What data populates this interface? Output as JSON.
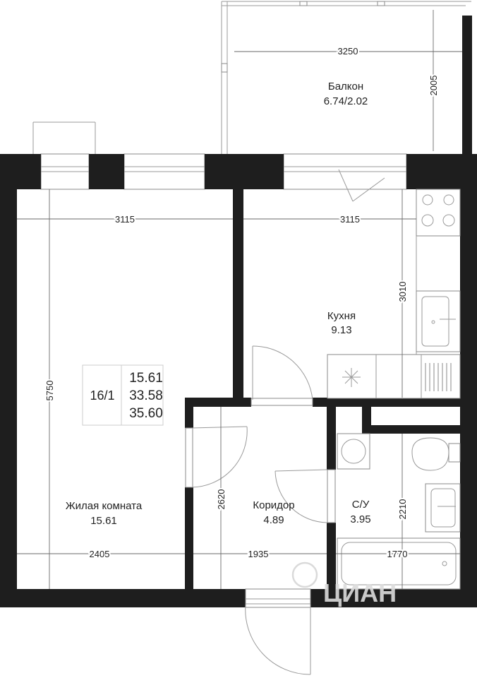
{
  "rooms": {
    "balcony": {
      "name": "Балкон",
      "area": "6.74/2.02"
    },
    "kitchen": {
      "name": "Кухня",
      "area": "9.13"
    },
    "living": {
      "name": "Жилая комната",
      "area": "15.61"
    },
    "corridor": {
      "name": "Коридор",
      "area": "4.89"
    },
    "bathroom": {
      "name": "С/У",
      "area": "3.95"
    }
  },
  "apartment": {
    "number": "16/1",
    "living_area": "15.61",
    "total_area": "33.58",
    "total_with_balcony": "35.60"
  },
  "dimensions": {
    "balcony_width": "3250",
    "balcony_depth": "2005",
    "living_width": "3115",
    "kitchen_width": "3115",
    "kitchen_depth": "3010",
    "living_length": "5750",
    "corridor_length": "2620",
    "bathroom_depth": "2210",
    "living_bottom_width": "2405",
    "corridor_width": "1935",
    "bathroom_width": "1770"
  },
  "watermark": "ЦИАН"
}
